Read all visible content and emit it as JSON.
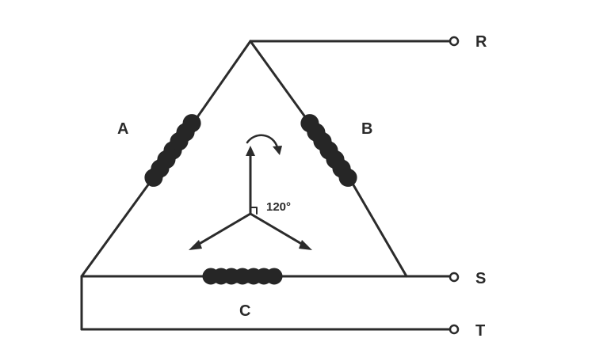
{
  "labels": {
    "coil_a": "A",
    "coil_b": "B",
    "coil_c": "C",
    "terminal_r": "R",
    "terminal_s": "S",
    "terminal_t": "T",
    "angle": "120°"
  },
  "colors": {
    "ink": "#2b2b2b",
    "coil": "#262626",
    "background": "#ffffff"
  }
}
